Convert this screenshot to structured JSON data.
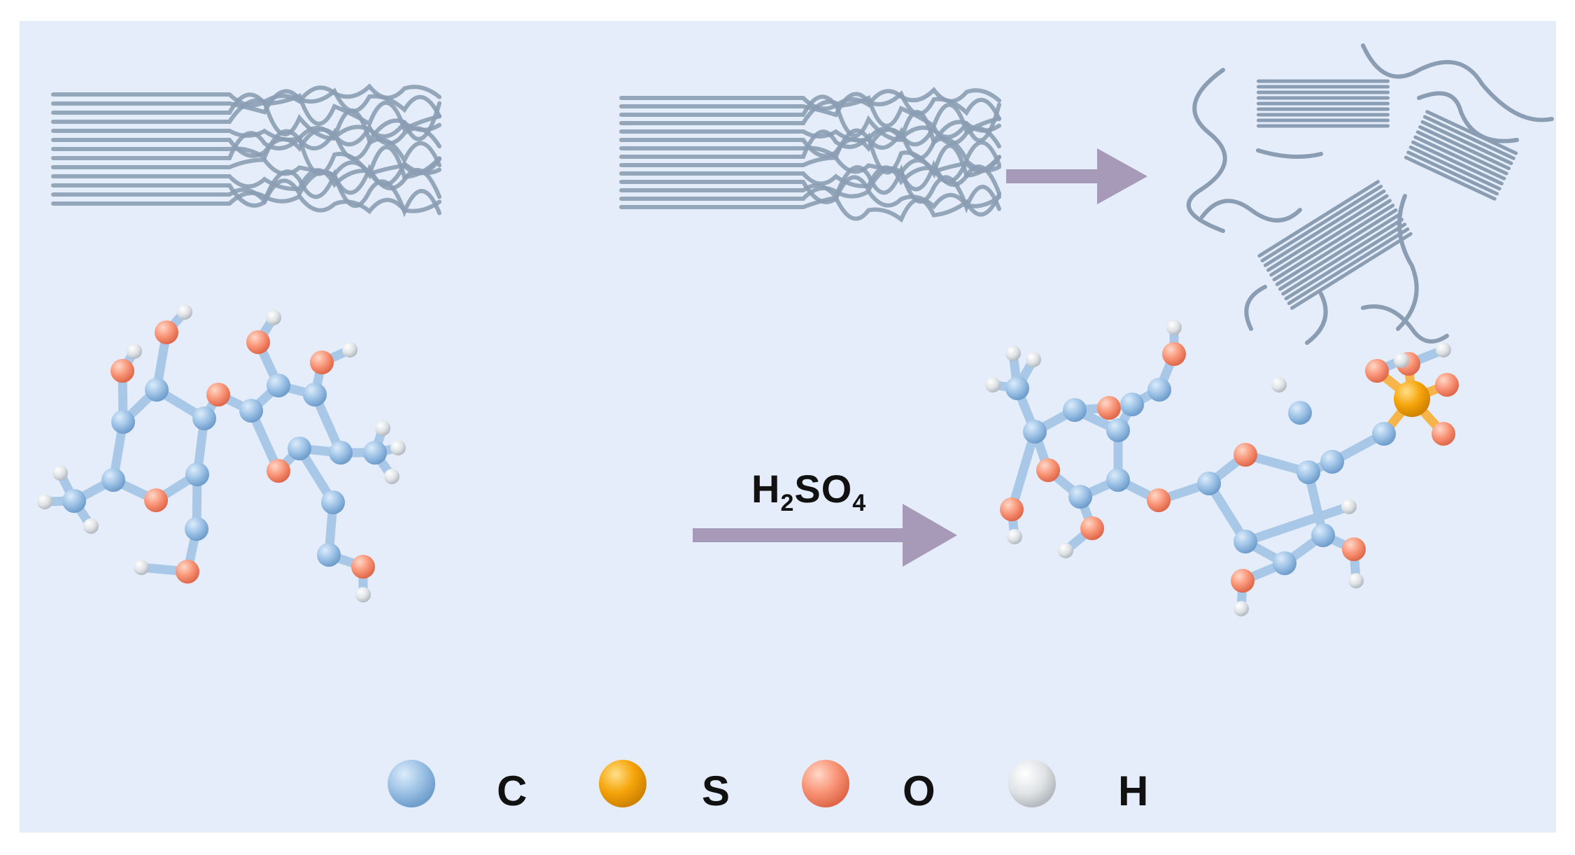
{
  "reaction": {
    "reagent_main": "H",
    "reagent_sub1": "2",
    "reagent_mid": "SO",
    "reagent_sub2": "4"
  },
  "legend": [
    {
      "label": "C",
      "color": "#9ec3e6",
      "icon": "carbon-atom-sphere"
    },
    {
      "label": "S",
      "color": "#f6a50b",
      "icon": "sulfur-atom-sphere"
    },
    {
      "label": "O",
      "color": "#f99578",
      "icon": "oxygen-atom-sphere"
    },
    {
      "label": "H",
      "color": "#dfe3e6",
      "icon": "hydrogen-atom-sphere"
    }
  ],
  "colors": {
    "background": "#e4edf9",
    "fiber": "#8b9db2",
    "arrow": "#a79ab8",
    "bond": "#9ec3e6"
  }
}
